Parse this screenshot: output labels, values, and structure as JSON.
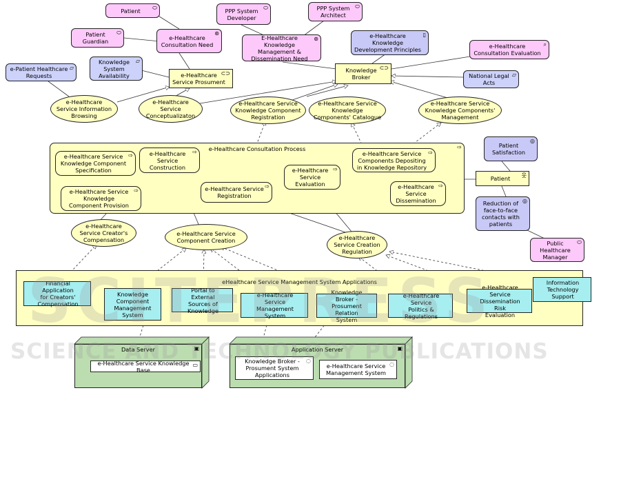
{
  "watermark": {
    "line1": "SCITEPRESS",
    "line2": "SCIENCE AND TECHNOLOGY PUBLICATIONS"
  },
  "groups": {
    "process": "e-Healthcare Consultation Process",
    "applications": "eHealthcare Service Management System Applications",
    "data_server": "Data Server",
    "app_server": "Application Server"
  },
  "nodes": {
    "patient_top": "Patient",
    "ppp_developer": "PPP System\nDeveloper",
    "ppp_architect": "PPP System\nArchitect",
    "patient_guardian": "Patient\nGuardian",
    "consultation_need": "e-Healthcare\nConsultation Need",
    "km_need": "E-Healthcare Knowledge\nManagement &\nDissemination Need",
    "km_principles": "e-Healthcare\nKnowledge\nDevelopment Principles",
    "consultation_eval": "e-Healthcare\nConsultation Evaluation",
    "epatient_requests": "e-Patient Healthcare\nRequests",
    "system_availability": "Knowledge\nSystem\nAvailability",
    "service_prosument": "e-Healthcare\nService Prosument",
    "knowledge_broker": "Knowledge\nBroker",
    "national_acts": "National Legal\nActs",
    "info_browsing": "e-Healthcare\nService Information\nBrowsing",
    "conceptualization": "e-Healthcare\nService\nConceptualizaton",
    "kc_registration": "e-Healthcare Service\nKnowledge Component\nRegistration",
    "kc_catalogue": "e-Healthcare Service\nKnowledge\nComponents' Catalogue",
    "kc_management": "e-Healthcare Service\nKnowledge Components'\nManagement",
    "patient_satisfaction": "Patient\nSatisfaction",
    "kc_specification": "e-Healthcare Service\nKnowledge Component\nSpecification",
    "service_construction": "e-Healthcare\nService\nConstruction",
    "kc_provision": "e-Healthcare Service\nKnowledge\nComponent Provision",
    "service_registration": "e-Healthcare Service\nRegistration",
    "service_evaluation": "e-Healthcare\nService\nEvaluation",
    "components_depositing": "e-Healthcare Service\nComponents Depositing\nin Knowledge Repository",
    "service_dissemination": "e-Healthcare\nService\nDissemination",
    "patient_role": "Patient",
    "reduction": "Reduction of\nface-to-face\ncontacts with\npatients",
    "creators_compensation": "e-Healthcare\nService Creator's\nCompensation",
    "component_creation": "e-Healthcare Service\nComponent Creation",
    "creation_regulation": "e-Healthcare\nService Creation\nRegulation",
    "public_manager": "Public\nHealthcare\nManager",
    "app_financial": "Financial Application\nfor Creators'\nCompensation",
    "app_kcms": "Knowledge\nComponent\nManagement\nSystem",
    "app_portal": "Portal to External\nSources of\nKnowledge",
    "app_sms": "e-Healthcare Service\nManagement\nSystem",
    "app_broker": "Knowledge Broker -\nProsument Relation\nSystem",
    "app_politics": "e-Healthcare Service\nPolitics &\nRegulations",
    "app_risk": "e-Healthcare Service\nDissemination Risk\nEvaluation",
    "app_it_support": "Information\nTechnology\nSupport",
    "knowledge_base": "e-Healthcare Service Knowledge Base",
    "broker_apps": "Knowledge Broker -\nProsument System\nApplications",
    "sms_artifact": "e-Healthcare Service\nManagement System"
  },
  "icons": {
    "actor": "stakeholder-icon",
    "driver": "driver-icon",
    "goal": "goal-icon",
    "principle": "principle-icon",
    "assessment": "assessment-icon",
    "requirement": "requirement-icon",
    "role": "role-icon",
    "service": "service-icon",
    "process": "process-icon",
    "component": "component-icon",
    "node": "node-icon",
    "artifact": "artifact-icon"
  },
  "colors": {
    "motivation_pink": "#fdc9fa",
    "motivation_blue": "#c9c9f7",
    "business_yellow": "#ffffc2",
    "application_cyan": "#a6eef0",
    "technology_green": "#bcddb0"
  }
}
